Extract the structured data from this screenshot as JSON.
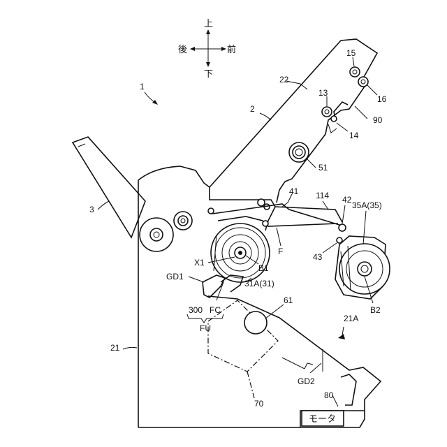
{
  "directions": {
    "up": "上",
    "down": "下",
    "rear": "後",
    "front": "前"
  },
  "labels": {
    "device": "1",
    "body": "2",
    "tray": "3",
    "p15": "15",
    "p16": "16",
    "p13": "13",
    "p14": "14",
    "p22": "22",
    "p90": "90",
    "p51": "51",
    "p41": "41",
    "p114": "114",
    "p42": "42",
    "p35a": "35A(35)",
    "f": "F",
    "p43": "43",
    "x1": "X1",
    "b1": "B1",
    "b2": "B2",
    "gd1": "GD1",
    "p31a": "31A(31)",
    "p300": "300",
    "fc": "FC",
    "fu": "FU",
    "p61": "61",
    "p21a": "21A",
    "p21": "21",
    "gd2": "GD2",
    "p80": "80",
    "p70": "70"
  },
  "motor_label": "モータ"
}
